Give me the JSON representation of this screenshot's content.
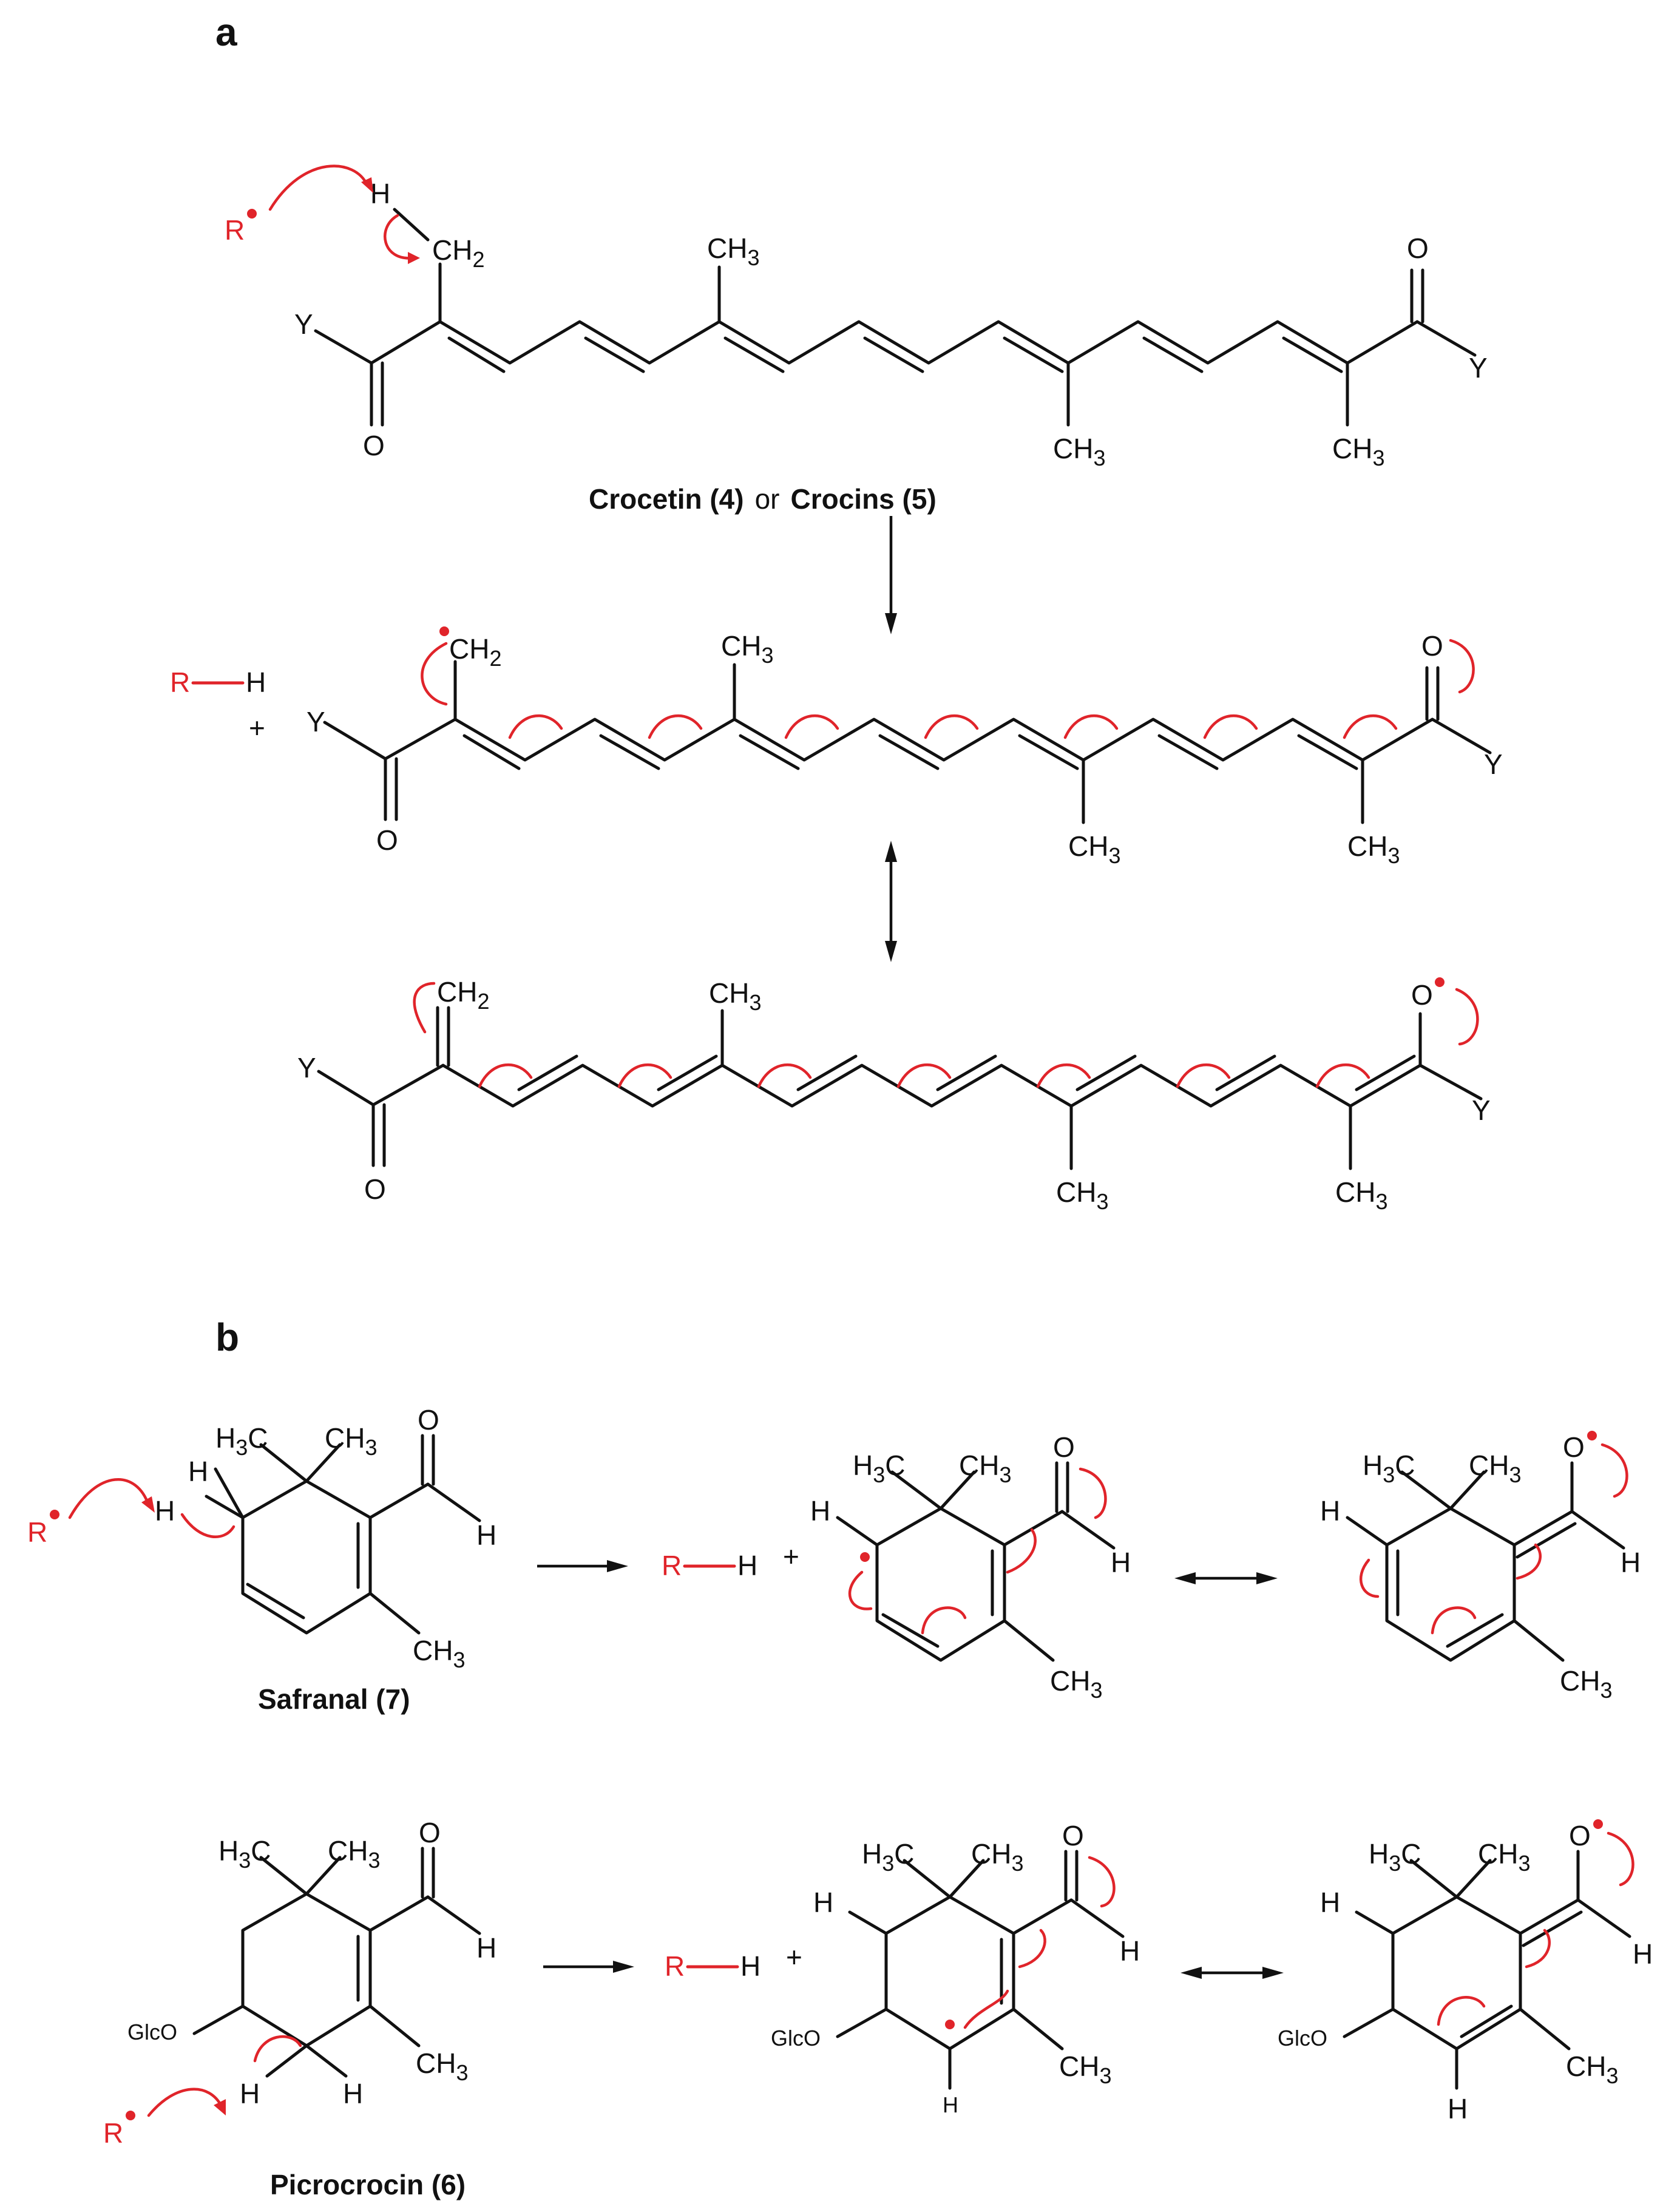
{
  "panels": {
    "a": "a",
    "b": "b"
  },
  "labels": {
    "crocetin": "Crocetin (4)",
    "or": "or",
    "crocins": "Crocins (5)",
    "safranal": "Safranal (7)",
    "picrocrocin": "Picrocrocin (6)",
    "R": "R",
    "RH_R": "R",
    "RH_H": "H",
    "plus": "+",
    "H": "H",
    "O": "O",
    "Y": "Y",
    "CH2": "CH",
    "CH2_sub": "2",
    "CH3": "CH",
    "CH3_sub": "3",
    "H3C_H": "H",
    "H3C_sub": "3",
    "H3C_C": "C",
    "GlcO": "GlcO"
  },
  "colors": {
    "radical": "#e0242a",
    "ink": "#111111"
  }
}
